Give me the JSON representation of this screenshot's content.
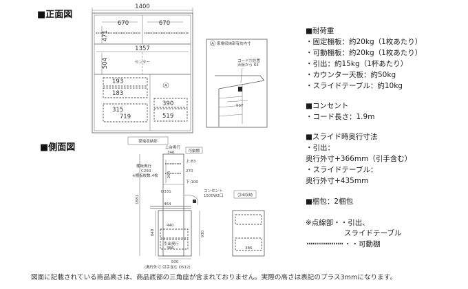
{
  "titles": {
    "front": "■正面図",
    "side": "■側面図"
  },
  "front_view": {
    "total_width": "1400",
    "shelf_left": "670",
    "shelf_right": "670",
    "upper_height": "471",
    "inner_width": "1357",
    "opening_height": "504",
    "center_label": "センター",
    "mark_a": "A",
    "left_top": "193",
    "left_mid": "183",
    "left_lower": "315",
    "left_bottom": "719",
    "right_mid": "390",
    "right_bottom": "519",
    "detail_title": "家電収納部有効内寸",
    "detail_cord_label": "コード穴位置",
    "detail_cord_sub": "天板から 63",
    "detail_mark": "A",
    "detail_dim": "537"
  },
  "side_view": {
    "appliance_label": "家電収納部",
    "top_depth_label": "上台奥行",
    "top_depth": "340",
    "movable_label": "可動棚",
    "shelf_depth_label": "棚板奥行",
    "shelf_depth_val": "C260",
    "shelf_count_label": "※棚板枚数:4枚",
    "top_clear": "264",
    "upper_dim": "上:83",
    "cord_center": "270",
    "lower_dim": "下:100",
    "mid_depth": "D331",
    "outlet_label": "コンセント",
    "outlet_spec": "1500W2口",
    "total_height": "1881",
    "counter_depth": "464",
    "lower_height": "848",
    "drawer_depth": "440",
    "base_height": "930",
    "drawer_label": "引出奥行",
    "drawer_val": "386",
    "bottom_depth": "500",
    "depth_note": "(奥行外寸:引手含む D512)",
    "drawer_storage_label": "引出収納",
    "drawer_storage_depth": "386"
  },
  "specs": {
    "load_title": "■耐荷重",
    "load_items": [
      "・固定棚板：約20kg（1枚あたり）",
      "・可動棚板：約20kg（1枚あたり）",
      "・引出：約15kg（1杯あたり）",
      "・カウンター天板：約50kg",
      "・スライドテーブル：約10kg"
    ],
    "outlet_title": "■コンセント",
    "outlet_items": [
      "・コード長さ：1.9m"
    ],
    "slide_title": "■スライド時奥行寸法",
    "slide_items": [
      "・引出：",
      "奥行外寸+366mm（引手含む）",
      "・スライドテーブル：",
      "奥行外寸+435mm"
    ],
    "pack_title": "■梱包：2梱包",
    "legend_dash_a": "※点線部・・引出、",
    "legend_dash_b": "スライドテーブル",
    "legend_dot": "・・可動棚"
  },
  "footer": "図面に記載されている商品高さは、商品底部の三角座が含まれておりません。実際の高さは表記のプラス3mmになります。"
}
